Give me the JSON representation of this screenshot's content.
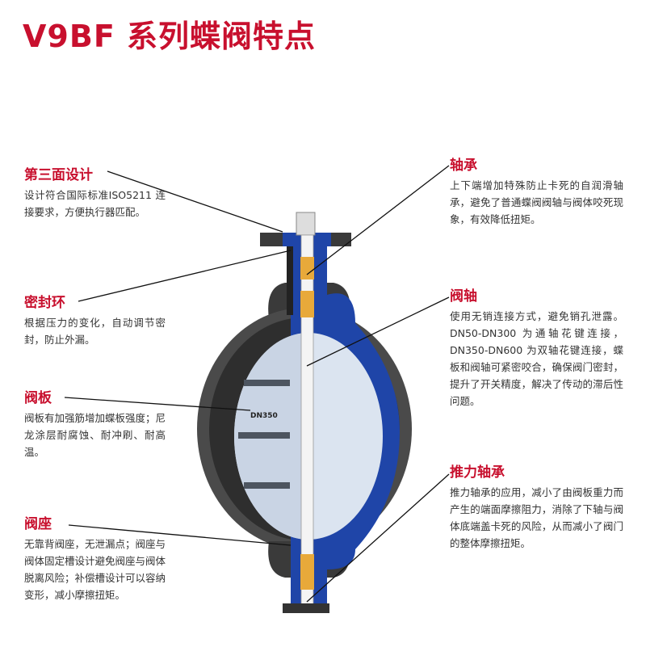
{
  "title": "V9BF 系列蝶阀特点",
  "features_left": [
    {
      "heading": "第三面设计",
      "text": "设计符合国际标准ISO5211 连接要求，方便执行器匹配。"
    },
    {
      "heading": "密封环",
      "text": "根据压力的变化，自动调节密封，防止外漏。"
    },
    {
      "heading": "阀板",
      "text": "阀板有加强筋增加蝶板强度；尼龙涂层耐腐蚀、耐冲刷、耐高温。"
    },
    {
      "heading": "阀座",
      "text": "无靠背阀座，无泄漏点；阀座与阀体固定槽设计避免阀座与阀体脱离风险；补偿槽设计可以容纳变形，减小摩擦扭矩。"
    }
  ],
  "features_right": [
    {
      "heading": "轴承",
      "text": "上下端增加特殊防止卡死的自润滑轴承，避免了普通蝶阀阀轴与阀体咬死现象，有效降低扭矩。"
    },
    {
      "heading": "阀轴",
      "text": "使用无销连接方式，避免销孔泄露。DN50-DN300 为通轴花键连接，DN350-DN600 为双轴花键连接，蝶板和阀轴可紧密咬合，确保阀门密封，提升了开关精度，解决了传动的滞后性问题。"
    },
    {
      "heading": "推力轴承",
      "text": "推力轴承的应用，减小了由阀板重力而产生的端面摩擦阻力，消除了下轴与阀体底端盖卡死的风险，从而减小了阀门的整体摩擦扭矩。"
    }
  ],
  "disc_marking": "DN350",
  "colors": {
    "accent": "#c8102e",
    "body_blue": "#1f45a8",
    "rim_gray": "#4a4a4a",
    "bearing": "#e8a93a",
    "disc": "#dbe4f0"
  }
}
